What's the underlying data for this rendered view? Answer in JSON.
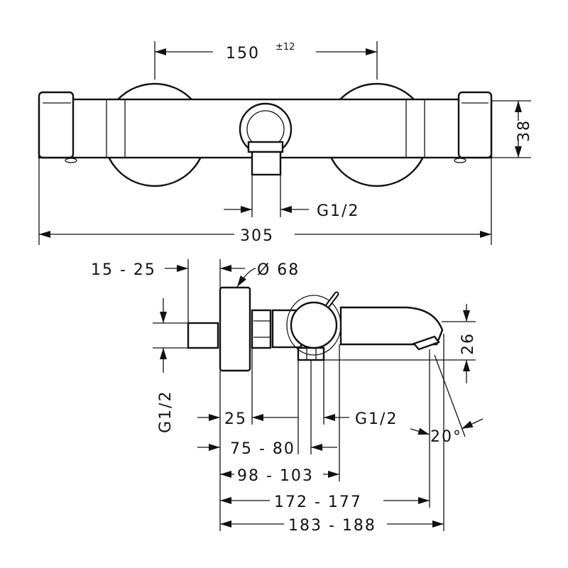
{
  "top_view": {
    "rosette_spacing": "150",
    "rosette_tolerance": "±12",
    "body_height": "38",
    "outlet_thread": "G1/2",
    "overall_width": "305"
  },
  "side_view": {
    "wall_offset": "15 - 25",
    "rosette_diameter": "Ø 68",
    "inlet_thread": "G1/2",
    "spout_height": "26",
    "rosette_depth": "25",
    "bottom_outlet_thread": "G1/2",
    "dim_75_80": "75 - 80",
    "dim_98_103": "98 - 103",
    "dim_172_177": "172 - 177",
    "dim_183_188": "183 - 188",
    "spout_angle": "20°"
  },
  "colors": {
    "ink": "#111111",
    "background": "#ffffff"
  }
}
